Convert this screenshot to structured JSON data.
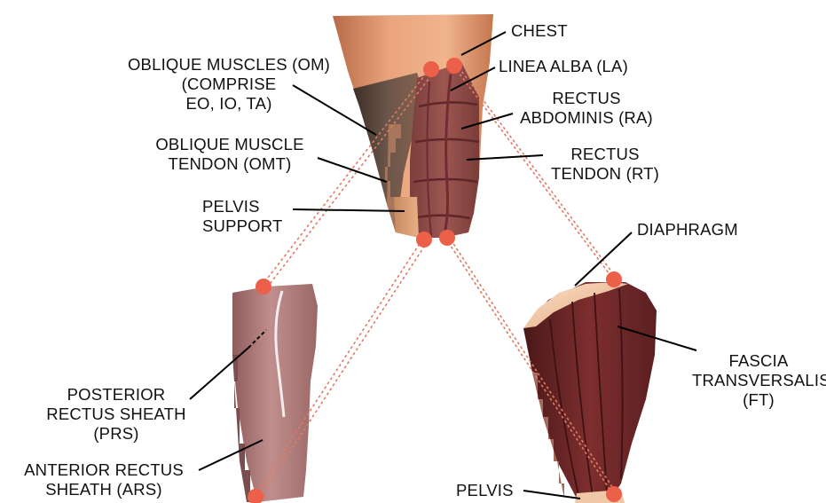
{
  "labels": {
    "chest": "CHEST",
    "linea_alba": "LINEA ALBA (LA)",
    "oblique_muscles": "OBLIQUE MUSCLES (OM)\n(COMPRISE\nEO, IO, TA)",
    "rectus_abdominis": "RECTUS\nABDOMINIS (RA)",
    "oblique_tendon": "OBLIQUE MUSCLE\nTENDON (OMT)",
    "rectus_tendon": "RECTUS\nTENDON (RT)",
    "pelvis_support": "PELVIS\nSUPPORT",
    "diaphragm": "DIAPHRAGM",
    "posterior_sheath": "POSTERIOR\nRECTUS SHEATH\n(PRS)",
    "fascia": "FASCIA\nTRANSVERSALIS\n(FT)",
    "anterior_sheath": "ANTERIOR RECTUS\nSHEATH (ARS)",
    "pelvis": "PELVIS"
  },
  "colors": {
    "skin": "#d9926a",
    "skin_light": "#f2c3a2",
    "oblique_dark": "#5a463c",
    "rectus": "#8a4a46",
    "rectus_line": "#6d2d33",
    "sheath": "#b58282",
    "sheath_dark": "#8c5b5b",
    "fascia": "#7a2d2d",
    "fascia_dark": "#4e1a1c",
    "marker": "#ec6049",
    "connector": "#e07a64",
    "leader": "#000000"
  }
}
